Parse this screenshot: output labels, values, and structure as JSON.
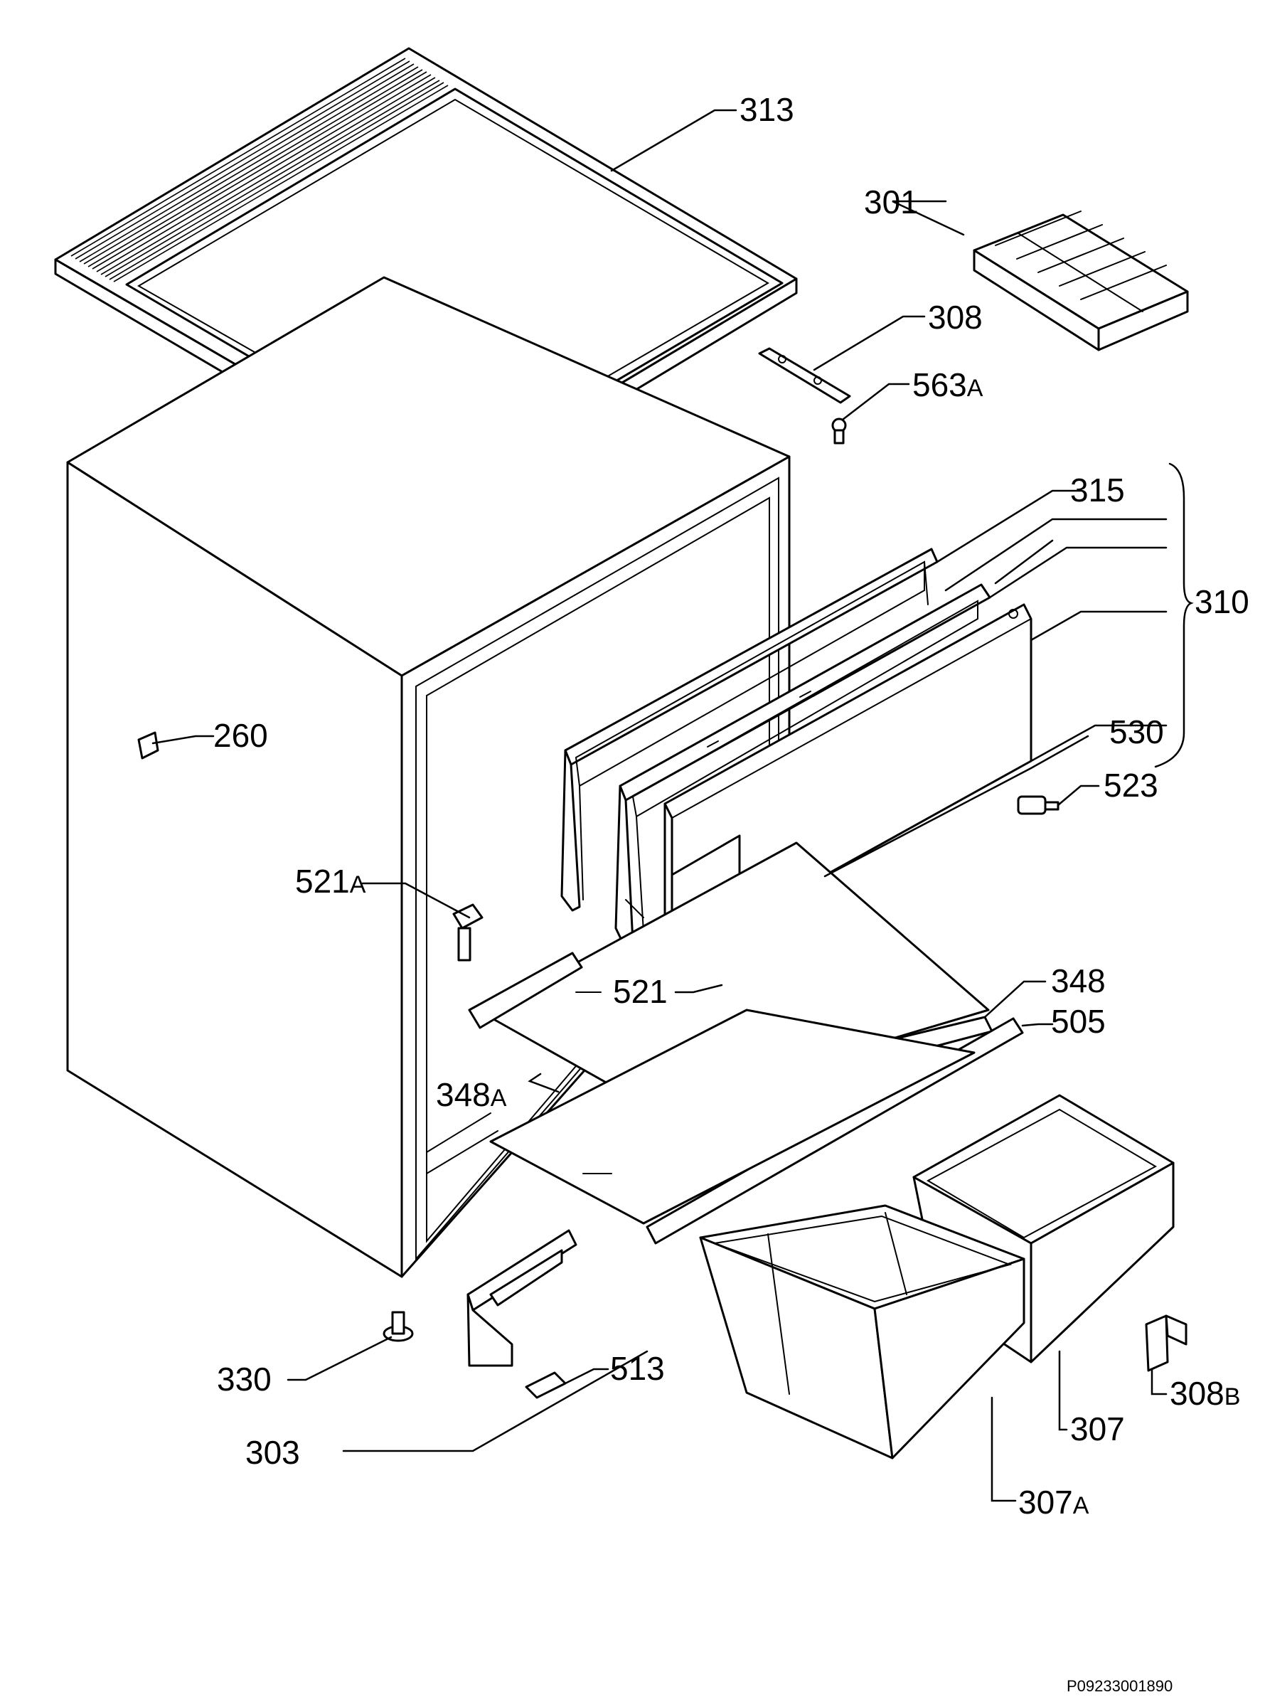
{
  "labels": {
    "p313": "313",
    "p301": "301",
    "p308": "308",
    "p563": "563",
    "p563_suffix": "A",
    "p315": "315",
    "p310": "310",
    "p530": "530",
    "p523": "523",
    "p260": "260",
    "p521a": "521",
    "p521a_suffix": "A",
    "p521": "521",
    "p348": "348",
    "p505": "505",
    "p348a": "348",
    "p348a_suffix": "A",
    "p330": "330",
    "p513": "513",
    "p303": "303",
    "p307": "307",
    "p308b": "308",
    "p308b_suffix": "B",
    "p307a": "307",
    "p307a_suffix": "A"
  },
  "drawing_code": "P09233001890",
  "colors": {
    "line": "#000000",
    "background": "#ffffff"
  }
}
